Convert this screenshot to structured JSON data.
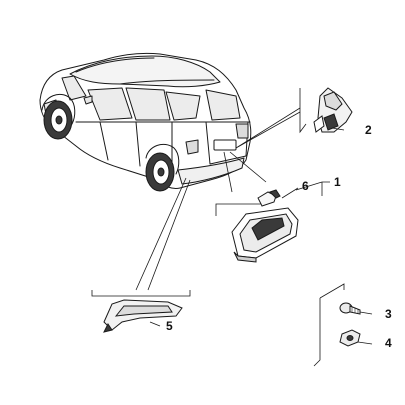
{
  "diagram": {
    "colors": {
      "line": "#1a1a1a",
      "fill": "#ffffff",
      "shade": "#e6e6e6",
      "dark": "#3a3a3a"
    },
    "callouts": [
      {
        "id": "1",
        "label": "1"
      },
      {
        "id": "2",
        "label": "2"
      },
      {
        "id": "3",
        "label": "3"
      },
      {
        "id": "4",
        "label": "4"
      },
      {
        "id": "5",
        "label": "5"
      },
      {
        "id": "6",
        "label": "6"
      }
    ]
  }
}
